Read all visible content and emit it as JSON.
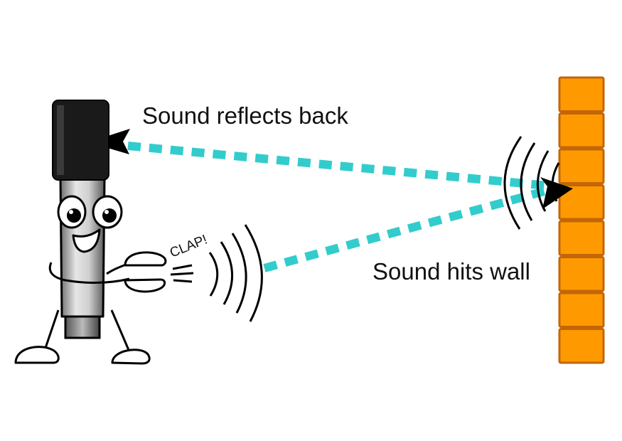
{
  "labels": {
    "reflects": "Sound reflects back",
    "hits": "Sound hits wall",
    "clap": "CLAP!"
  },
  "colors": {
    "sound_path": "#33CCCC",
    "wall_brick": "#FF9900",
    "wall_outline": "#C2660A",
    "mic_head": "#1A1A1A",
    "mic_body": "#9A9A9A",
    "ink": "#000000"
  },
  "wall": {
    "brick_count": 8
  }
}
